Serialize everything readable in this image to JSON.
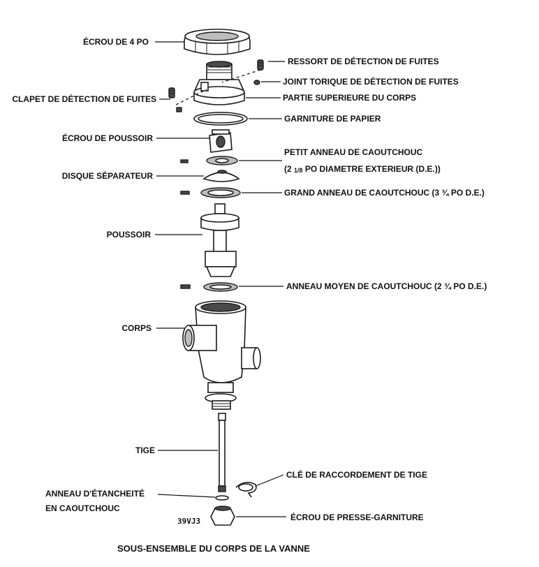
{
  "labels": {
    "nut_4in": "ÉCROU DE 4 PO",
    "leak_spring": "RESSORT DE DÉTECTION DE FUITES",
    "leak_oring": "JOINT TORIQUE DE DÉTECTION DE FUITES",
    "leak_valve": "CLAPET DE DÉTECTION DE FUITES",
    "upper_body": "PARTIE SUPERIEURE DU CORPS",
    "paper_gasket": "GARNITURE DE PAPIER",
    "plunger_nut": "ÉCROU DE POUSSOIR",
    "small_ring_line1": "PETIT ANNEAU DE CAOUTCHOUC",
    "small_ring_line2_a": "(2 ",
    "small_ring_line2_frac": "1/8",
    "small_ring_line2_b": " PO DIAMETRE EXTERIEUR (D.E.))",
    "separator_disc": "DISQUE SÉPARATEUR",
    "large_ring": "GRAND ANNEAU DE CAOUTCHOUC (3 ¾ PO D.E.)",
    "plunger": "POUSSOIR",
    "medium_ring": "ANNEAU MOYEN DE CAOUTCHOUC (2 ¾ PO D.E.)",
    "body": "CORPS",
    "stem": "TIGE",
    "stem_key": "CLÉ DE RACCORDEMENT DE TIGE",
    "seal_ring_line1": "ANNEAU D'ÉTANCHEITÉ",
    "seal_ring_line2": "EN CAOUTCHOUC",
    "gland_nut": "ÉCROU DE PRESSE-GARNITURE",
    "drawing_code": "39VJ3"
  },
  "caption": "SOUS-ENSEMBLE DU CORPS DE LA VANNE"
}
